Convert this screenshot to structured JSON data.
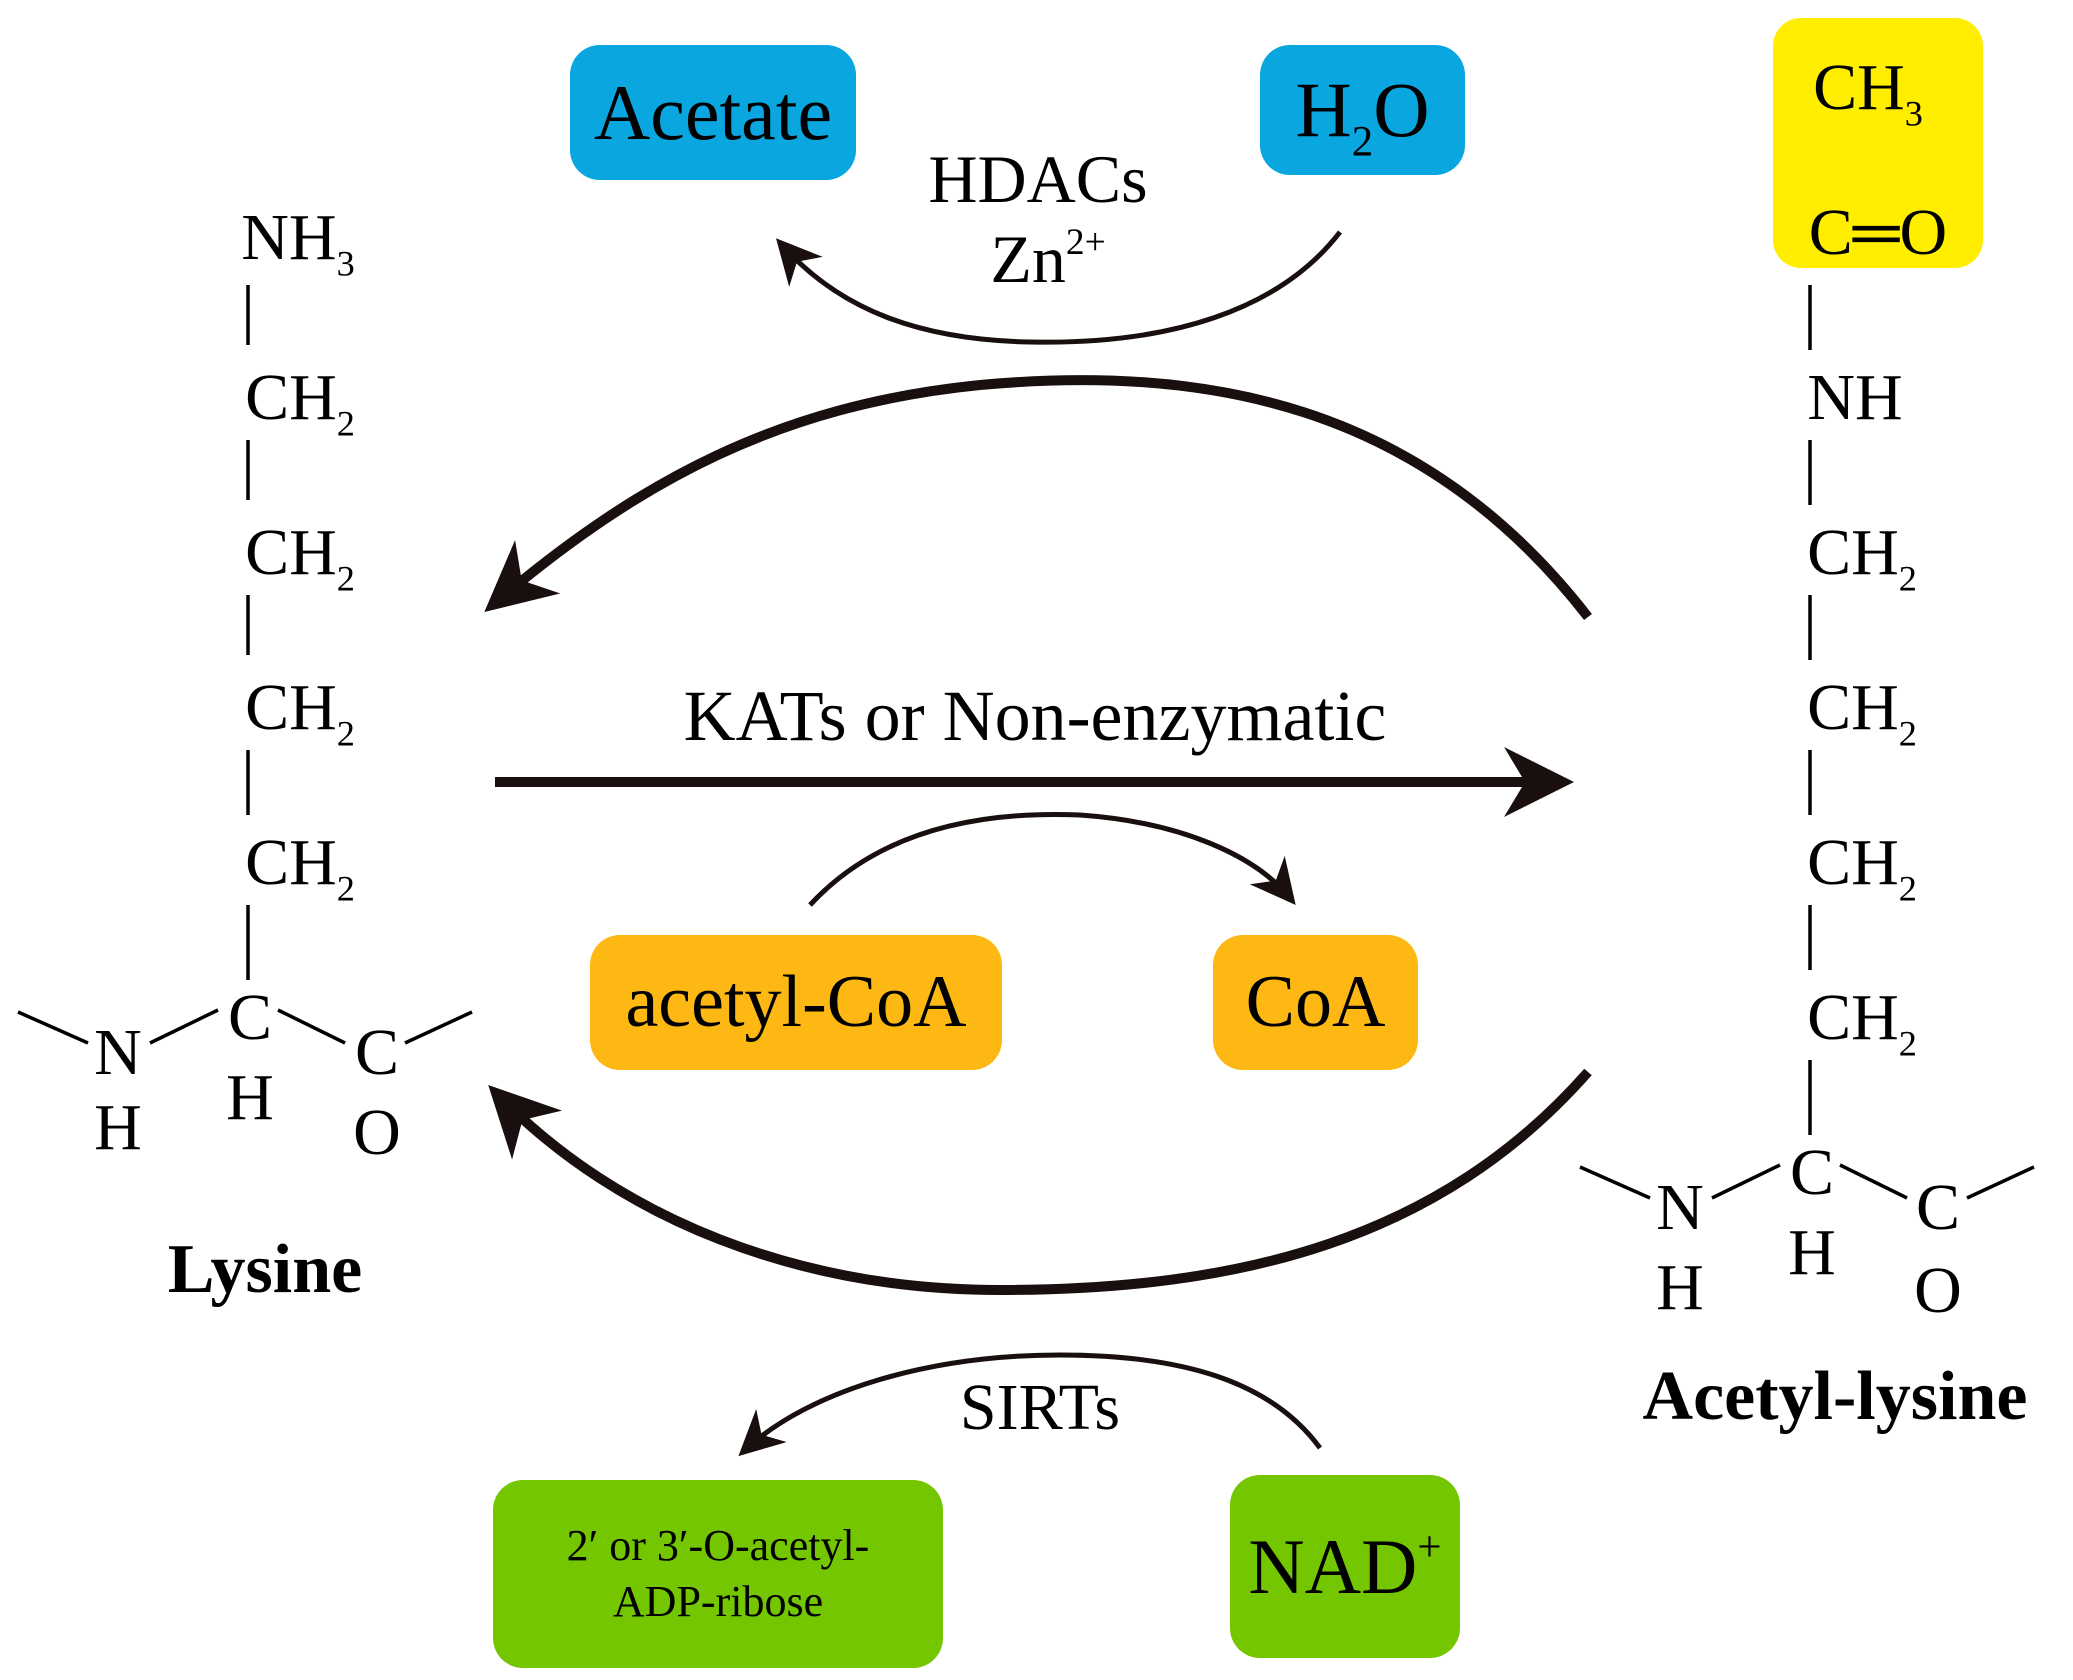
{
  "boxes": {
    "acetate": {
      "label": "Acetate",
      "color": "#0AA6E0"
    },
    "water": {
      "prefix": "H",
      "sub": "2",
      "suffix": "O",
      "color": "#0AA6E0"
    },
    "acetyl_coa": {
      "label": "acetyl-CoA",
      "color": "#FDB813"
    },
    "coa": {
      "label": "CoA",
      "color": "#FDB813"
    },
    "adp_ribose": {
      "line1": "2′ or 3′-O-acetyl-",
      "line2": "ADP-ribose",
      "color": "#74C600"
    },
    "nad": {
      "prefix": "NAD",
      "sup": "+",
      "color": "#74C600"
    },
    "acetyl_group": {
      "color": "#FFEE00"
    }
  },
  "enzymes": {
    "hdacs": "HDACs",
    "zinc": {
      "prefix": "Zn",
      "sup": "2+"
    },
    "kats": "KATs or Non-enzymatic",
    "sirts": "SIRTs"
  },
  "lysine": {
    "name": "Lysine",
    "nh3": {
      "prefix": "NH",
      "sub": "3"
    },
    "ch2": {
      "prefix": "CH",
      "sub": "2"
    },
    "backbone": {
      "n": "N",
      "h_n": "H",
      "c_alpha": "C",
      "h_alpha": "H",
      "c_carbonyl": "C",
      "o": "O"
    }
  },
  "acetyl_lysine": {
    "name": "Acetyl-lysine",
    "ch3": {
      "prefix": "CH",
      "sub": "3"
    },
    "carbonyl": "C═O",
    "nh": "NH",
    "ch2": {
      "prefix": "CH",
      "sub": "2"
    },
    "backbone": {
      "n": "N",
      "h_n": "H",
      "c_alpha": "C",
      "h_alpha": "H",
      "c_carbonyl": "C",
      "o": "O"
    }
  }
}
